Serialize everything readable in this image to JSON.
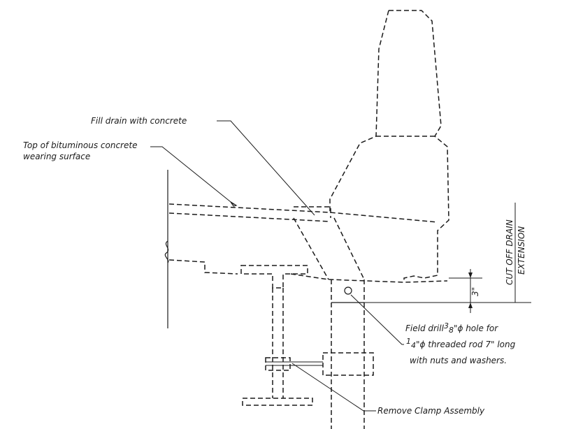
{
  "notes": {
    "fill_drain": "Fill drain with concrete",
    "top_surface_line1": "Top of bituminous concrete",
    "top_surface_line2": "wearing surface",
    "field_drill_part1": "Field drill",
    "field_drill_frac1_num": "3",
    "field_drill_frac1_den": "8",
    "field_drill_part2": "\"ϕ hole for",
    "field_drill_frac2_num": "1",
    "field_drill_frac2_den": "4",
    "field_drill_line2": "\"ϕ threaded rod 7\" long",
    "field_drill_line3": "with nuts and washers.",
    "remove_clamp": "Remove Clamp Assembly"
  },
  "dimension": {
    "value": "3\"",
    "label_line1": "CUT OFF DRAIN",
    "label_line2": "EXTENSION"
  }
}
